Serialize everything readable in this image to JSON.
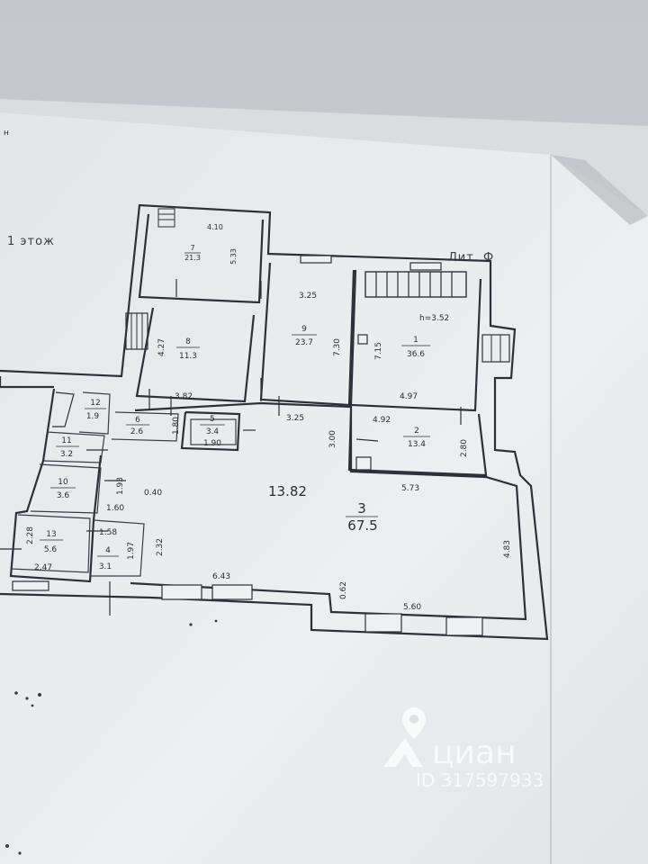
{
  "header": {
    "floor_label": "1 этож",
    "lit_label": "Лит. Ф",
    "corner_mark": "н",
    "height_note": "h=3.52"
  },
  "rooms": [
    {
      "number": "7",
      "area": "21.3"
    },
    {
      "number": "9",
      "area": "23.7"
    },
    {
      "number": "1",
      "area": "36.6"
    },
    {
      "number": "8",
      "area": "11.3"
    },
    {
      "number": "12",
      "area": "1.9"
    },
    {
      "number": "11",
      "area": "3.2"
    },
    {
      "number": "10",
      "area": "3.6"
    },
    {
      "number": "6",
      "area": "2.6"
    },
    {
      "number": "5",
      "area": "3.4"
    },
    {
      "number": "2",
      "area": "13.4"
    },
    {
      "number": "3",
      "area": "67.5"
    },
    {
      "number": "13",
      "area": "5.6"
    },
    {
      "number": "4",
      "area": "3.1"
    }
  ],
  "dimensions": {
    "d_410": "4.10",
    "d_533": "5.33",
    "d_325a": "3.25",
    "d_730": "7.30",
    "d_715": "7.15",
    "d_497": "4.97",
    "d_427": "4.27",
    "d_382": "3.82",
    "d_325b": "3.25",
    "d_492": "4.92",
    "d_300": "3.00",
    "d_280": "2.80",
    "d_180": "1.80",
    "d_190": "1.90",
    "d_193": "1.93",
    "d_040": "0.40",
    "d_1382": "13.82",
    "d_573": "5.73",
    "d_160": "1.60",
    "d_228": "2.28",
    "d_247": "2.47",
    "d_158": "1.58",
    "d_197": "1.97",
    "d_232": "2.32",
    "d_643": "6.43",
    "d_062": "0.62",
    "d_560": "5.60",
    "d_483": "4.83"
  },
  "watermark": {
    "brand": "циан",
    "listing_id": "ID 317597933"
  }
}
